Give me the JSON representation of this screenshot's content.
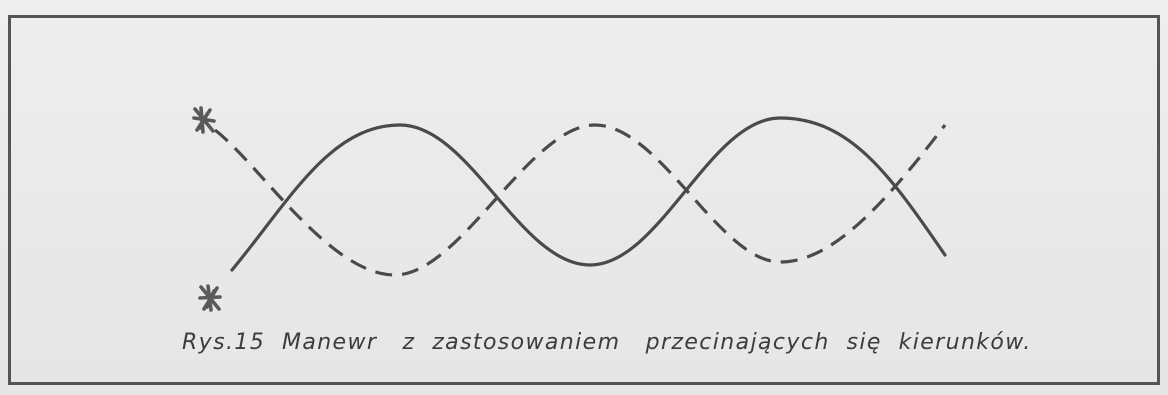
{
  "figure": {
    "caption": "Rys.15  Manewr   z  zastosowaniem   przecinających  się  kierunków.",
    "paths": [
      {
        "name": "solid-maneuver-path",
        "style": "solid"
      },
      {
        "name": "dashed-maneuver-path",
        "style": "dashed"
      }
    ],
    "markers": [
      {
        "name": "aircraft-marker-top-icon"
      },
      {
        "name": "aircraft-marker-bottom-icon"
      }
    ]
  },
  "colors": {
    "ink": "#4a4a4a",
    "frame": "#555555",
    "paper": "#ebebeb"
  }
}
